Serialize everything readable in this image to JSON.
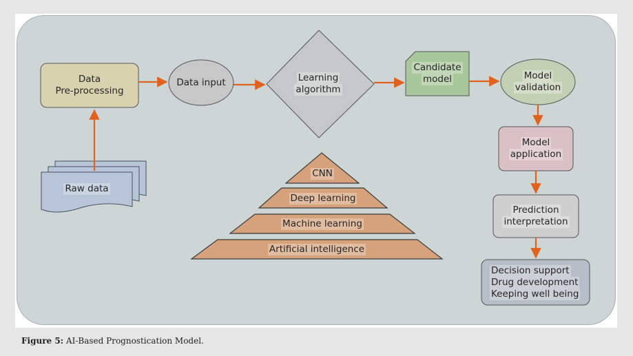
{
  "diagram": {
    "nodes": {
      "data_preprocessing": {
        "lines": [
          "Data",
          "Pre-processing"
        ],
        "fill": "#d8d2ae"
      },
      "data_input": {
        "lines": [
          "Data input"
        ],
        "fill": "#c7c7c7"
      },
      "learning_algorithm": {
        "lines": [
          "Learning",
          "algorithm"
        ],
        "fill": "#c5c8c8"
      },
      "candidate_model": {
        "lines": [
          "Candidate",
          "model"
        ],
        "fill": "#a8c79a"
      },
      "model_validation": {
        "lines": [
          "Model",
          "validation"
        ],
        "fill": "#c3d0b4"
      },
      "raw_data": {
        "lines": [
          "Raw data"
        ],
        "fill": "#b8c4d8"
      },
      "model_application": {
        "lines": [
          "Model",
          "application"
        ],
        "fill": "#d9c0c2"
      },
      "prediction_interpretation": {
        "lines": [
          "Prediction",
          "interpretation"
        ],
        "fill": "#cfcfcf"
      },
      "outcomes": {
        "lines": [
          "Decision support",
          "Drug development",
          "Keeping well being"
        ],
        "fill": "#b8bec8"
      }
    },
    "pyramid": {
      "fill": "#d6a27c",
      "tiers": [
        "CNN",
        "Deep learning",
        "Machine learning",
        "Artificial intelligence"
      ]
    },
    "arrow_color": "#e0621c"
  },
  "caption": {
    "label": "Figure 5:",
    "text": "AI-Based Prognostication Model."
  }
}
